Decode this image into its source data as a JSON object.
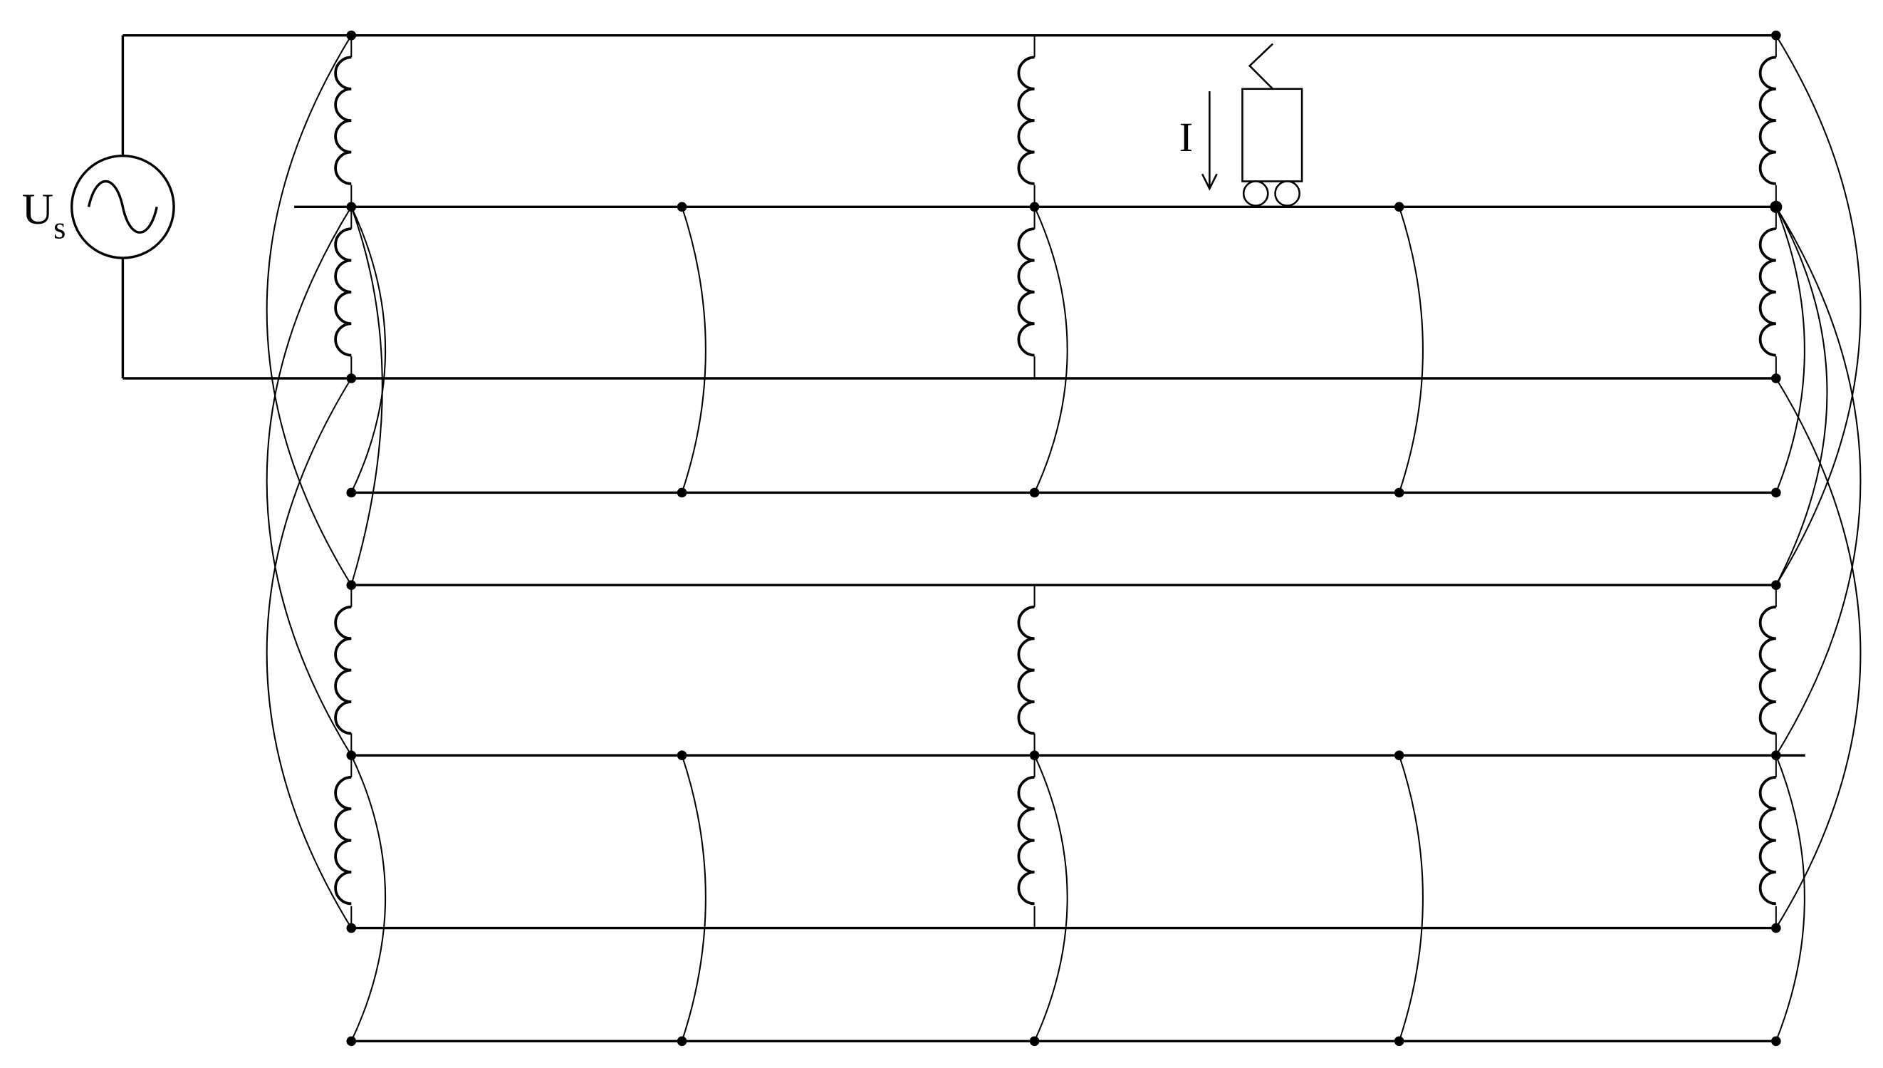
{
  "labels": {
    "source_main": "U",
    "source_sub": "s",
    "current": "I"
  },
  "colors": {
    "line": "#000000",
    "background": "#ffffff"
  }
}
